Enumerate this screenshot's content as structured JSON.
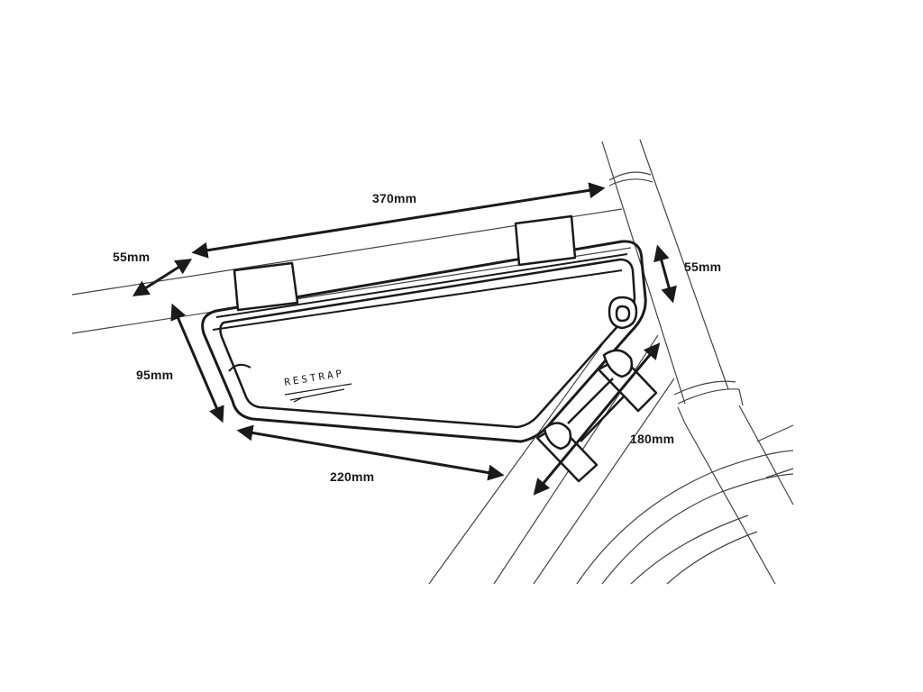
{
  "dimensions": {
    "top_length": "370mm",
    "width_front": "55mm",
    "width_rear": "55mm",
    "height_rear": "95mm",
    "bottom_length": "220mm",
    "down_tube_length": "180mm"
  },
  "brand": "RESTRAP",
  "colors": {
    "line": "#1a1a1a",
    "frame": "#444444",
    "background": "#ffffff"
  }
}
